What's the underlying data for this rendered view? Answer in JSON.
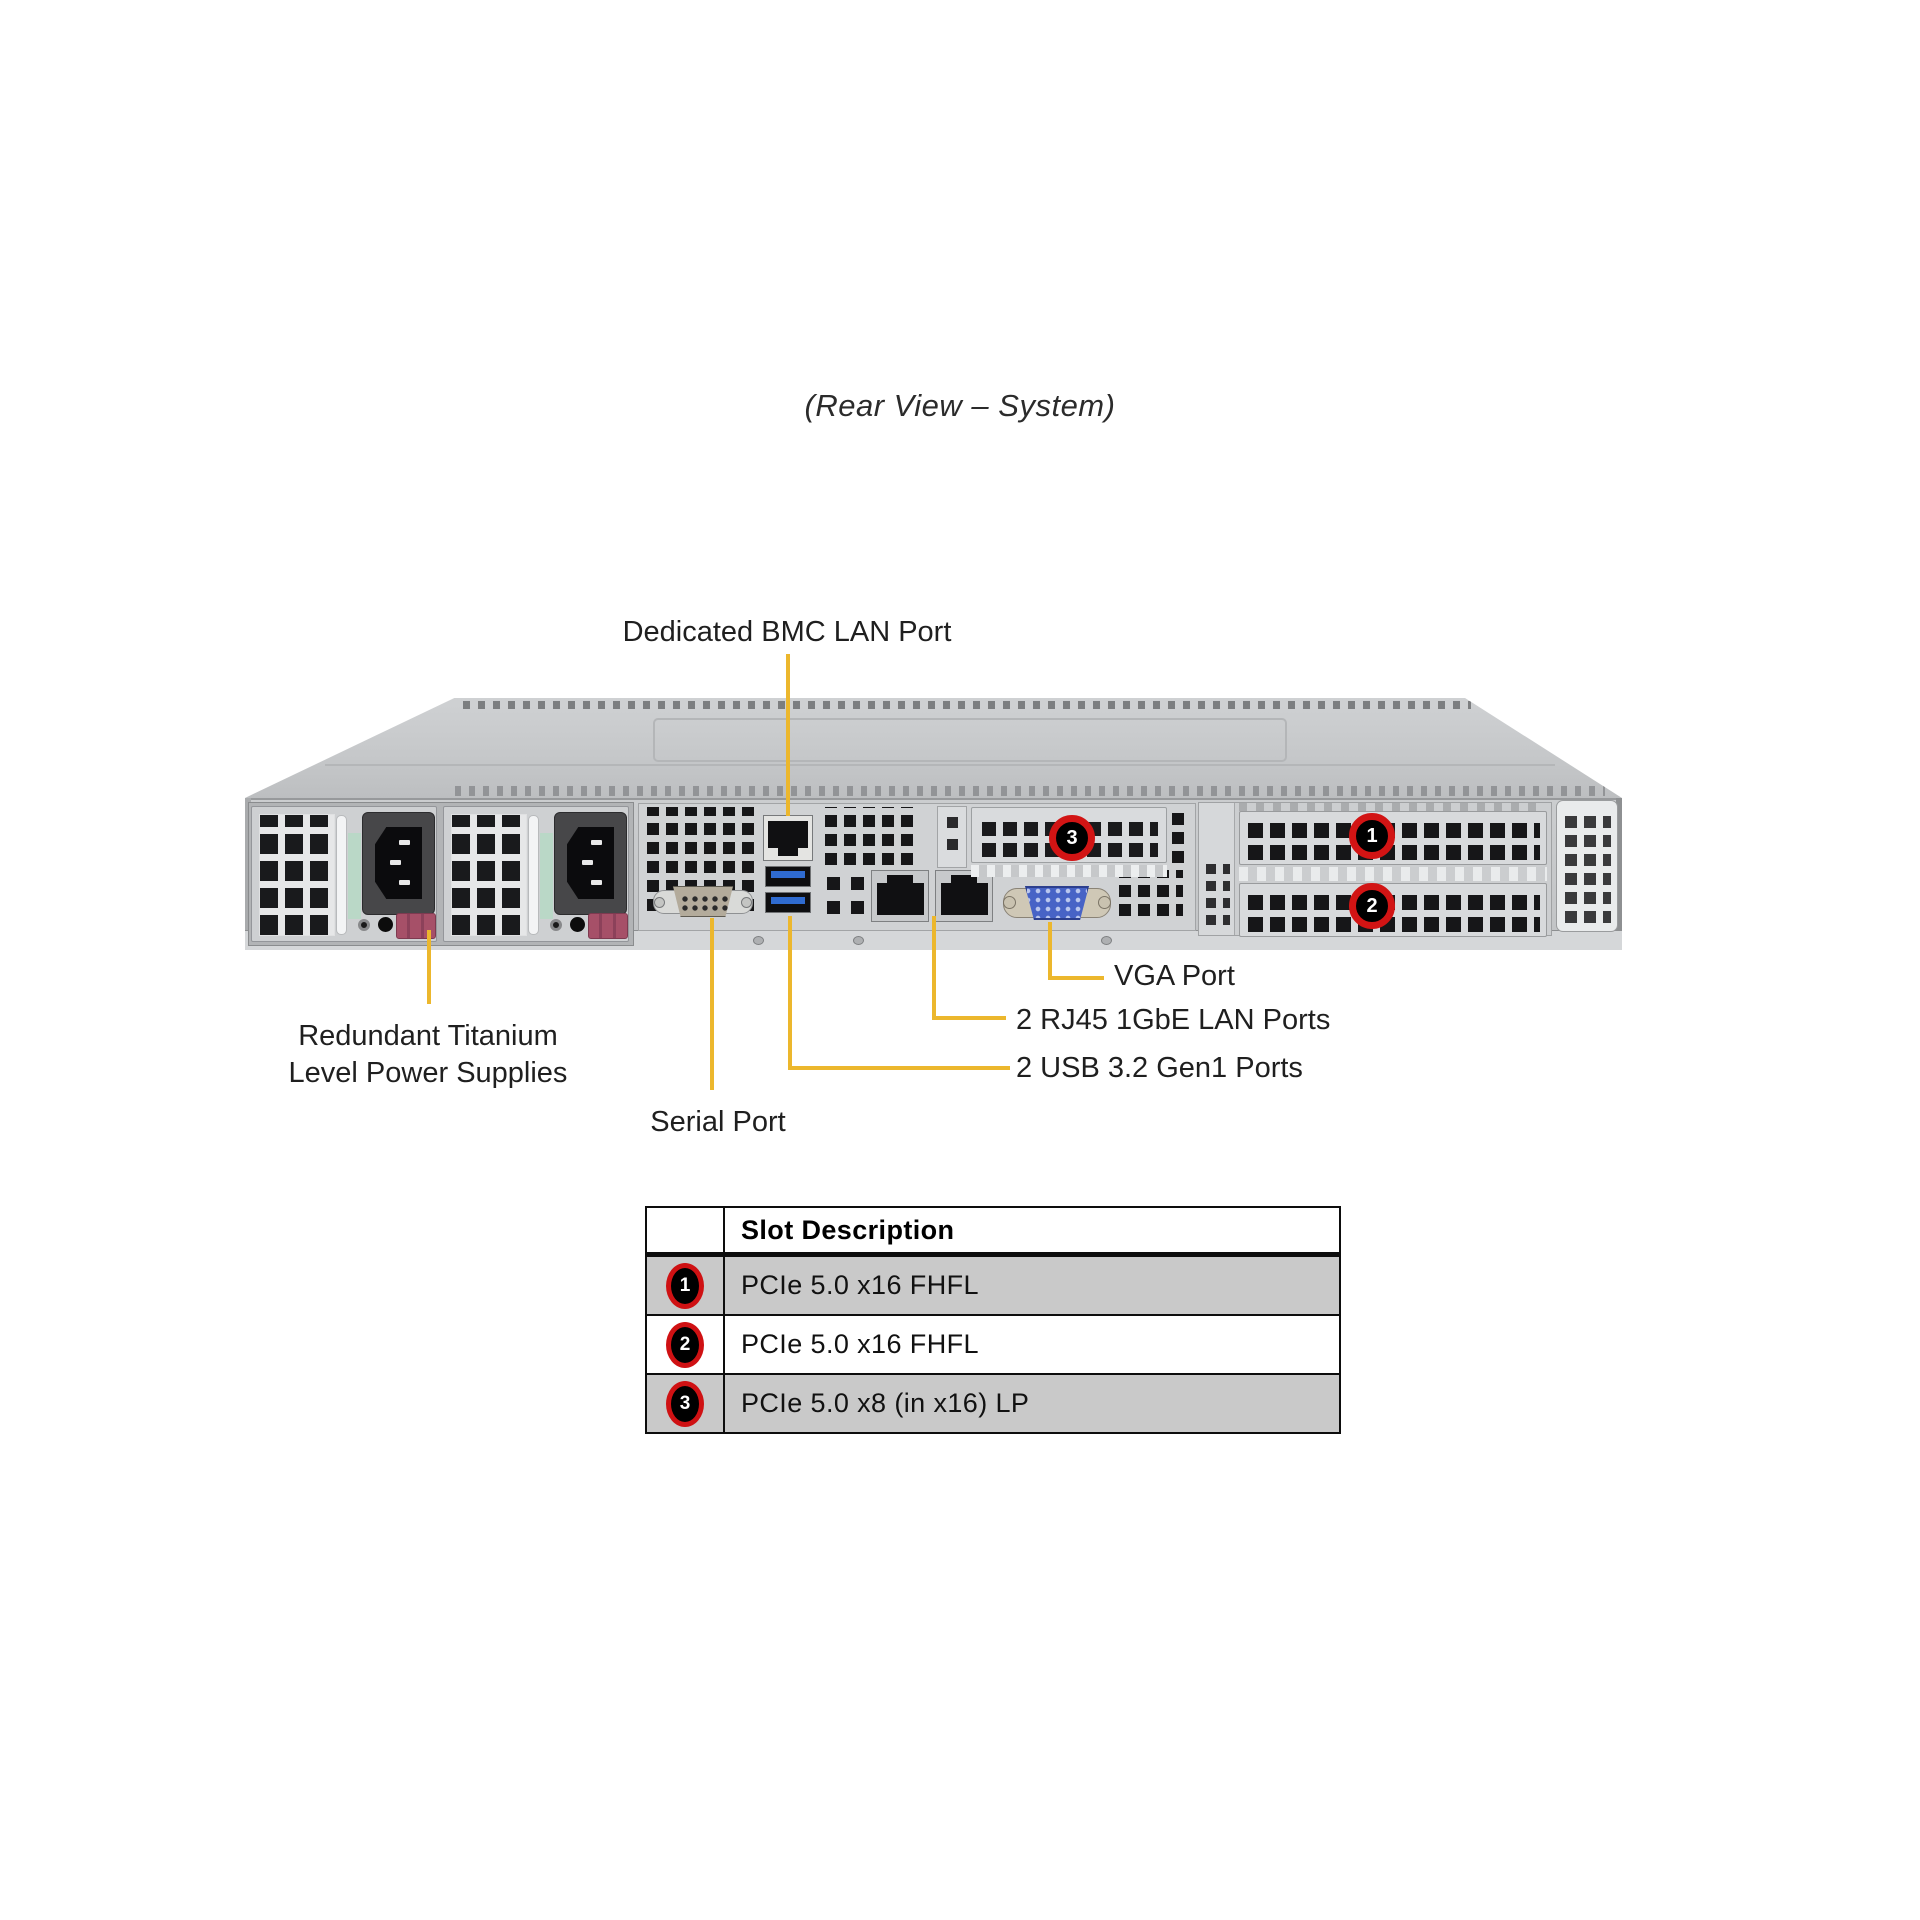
{
  "title": "(Rear View – System)",
  "labels": {
    "bmc": "Dedicated BMC LAN Port",
    "vga": "VGA Port",
    "lan": "2 RJ45 1GbE LAN Ports",
    "usb": "2 USB 3.2 Gen1 Ports",
    "serial": "Serial Port",
    "psu_line1": "Redundant Titanium",
    "psu_line2": "Level Power Supplies"
  },
  "chassis_badges": {
    "slot1": "1",
    "slot2": "2",
    "slot3": "3"
  },
  "table": {
    "header": "Slot Description",
    "rows": [
      {
        "num": "1",
        "desc": "PCIe 5.0 x16 FHFL"
      },
      {
        "num": "2",
        "desc": "PCIe 5.0 x16 FHFL"
      },
      {
        "num": "3",
        "desc": "PCIe 5.0 x8 (in x16) LP"
      }
    ]
  },
  "colors": {
    "callout_line": "#ecb72d",
    "badge_ring": "#d21414",
    "table_row_alt": "#c9c9c9",
    "chassis_gray": "#c6c8ca"
  }
}
